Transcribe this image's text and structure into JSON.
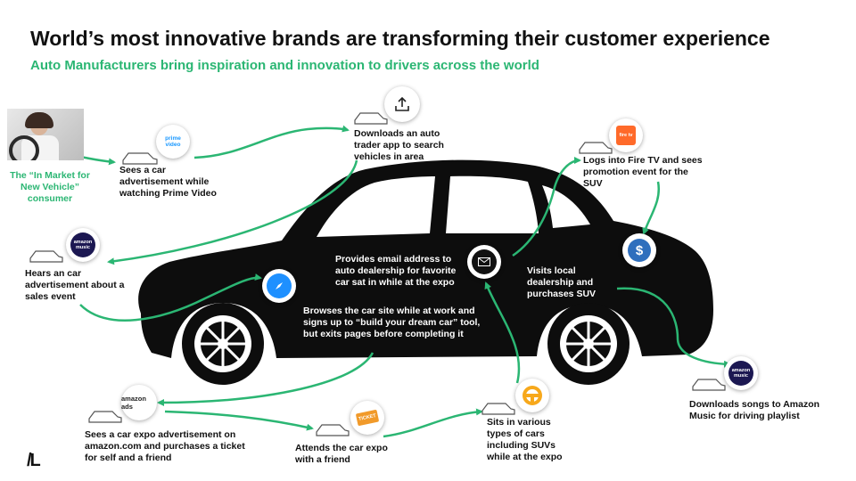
{
  "header": {
    "title": "World’s most innovative brands are transforming their customer experience",
    "subtitle": "Auto Manufacturers bring inspiration and innovation to drivers across the world"
  },
  "consumer": {
    "label": "The “In Market for New Vehicle” consumer"
  },
  "steps": [
    {
      "id": "prime-video",
      "text": "Sees a car advertisement while watching Prime Video",
      "icon": "prime-video-icon",
      "icon_text": "prime video"
    },
    {
      "id": "auto-trader",
      "text": "Downloads an auto trader app to search vehicles in area",
      "icon": "upload-icon"
    },
    {
      "id": "fire-tv",
      "text": "Logs into Fire TV and sees promotion event for the SUV",
      "icon": "fire-tv-icon",
      "icon_text": "fire tv"
    },
    {
      "id": "amazon-music-ad",
      "text": "Hears an car advertisement about a sales event",
      "icon": "amazon-music-icon",
      "icon_text": "amazon music"
    },
    {
      "id": "email",
      "text": "Provides email address to auto dealership for favorite car sat in while at the expo",
      "icon": "email-icon"
    },
    {
      "id": "dealership",
      "text": "Visits local dealership and purchases SUV",
      "icon": "dollar-icon"
    },
    {
      "id": "car-site",
      "text": "Browses the car site while at work and signs up to “build your dream car” tool, but exits pages before completing it",
      "icon": "safari-compass-icon"
    },
    {
      "id": "amazon-ads",
      "text": "Sees a car expo advertisement on amazon.com and purchases a ticket for self and a friend",
      "icon": "amazon-ads-icon",
      "icon_text": "amazon ads"
    },
    {
      "id": "expo",
      "text": "Attends the car expo with a friend",
      "icon": "ticket-icon",
      "icon_text": "TICKET"
    },
    {
      "id": "test-sit",
      "text": "Sits in various types of cars including SUVs while at the expo",
      "icon": "steering-wheel-icon"
    },
    {
      "id": "amazon-music-songs",
      "text": "Downloads songs to Amazon Music for driving playlist",
      "icon": "amazon-music-icon",
      "icon_text": "amazon music"
    }
  ],
  "brand": {
    "logo_text": "/L"
  },
  "colors": {
    "accent_green": "#2bb673",
    "car_body": "#0d0d0d",
    "music_purple": "#25d1da"
  }
}
